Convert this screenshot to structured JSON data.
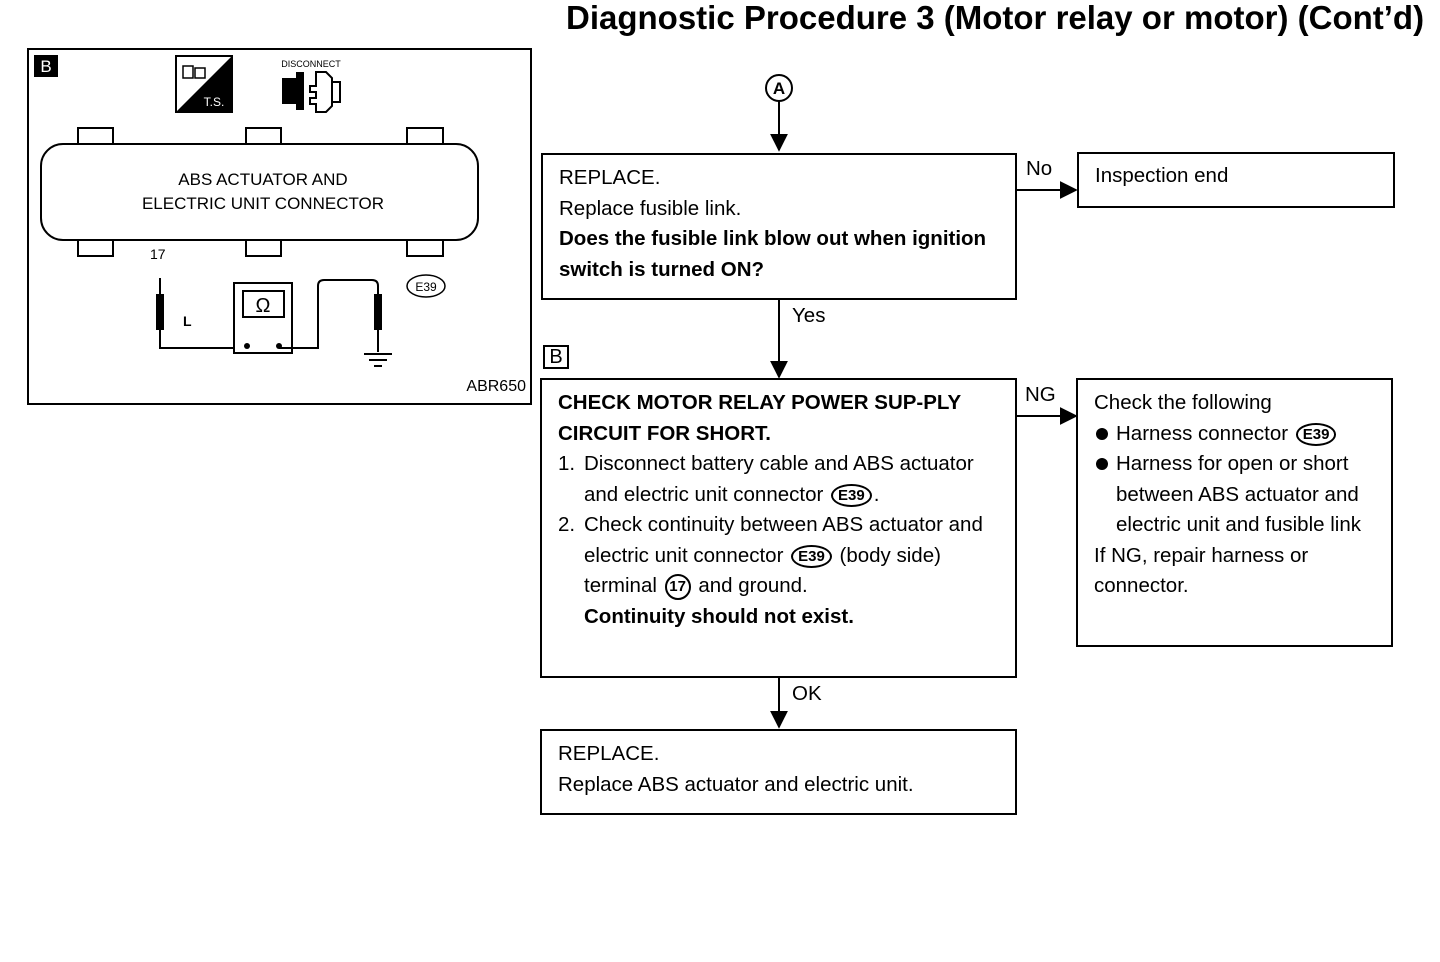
{
  "title": "Diagnostic Procedure 3 (Motor relay or motor) (Cont’d)",
  "connector_a": "A",
  "figure": {
    "step_marker": "B",
    "ts_label": "T.S.",
    "disconnect_label": "DISCONNECT",
    "connector_label_line1": "ABS ACTUATOR AND",
    "connector_label_line2": "ELECTRIC UNIT CONNECTOR",
    "terminal": "17",
    "wire_color": "L",
    "connector_code": "E39",
    "ohm_symbol": "Ω",
    "figure_id": "ABR650",
    "icons": [
      "ts-icon",
      "disconnect-icon",
      "ohmmeter-icon",
      "ground-icon"
    ]
  },
  "boxes": {
    "replace_fusible": {
      "line1": "REPLACE.",
      "line2": "Replace fusible link.",
      "question": "Does the fusible link blow out when ignition switch is turned ON?"
    },
    "inspection_end": "Inspection end",
    "check_motor_relay": {
      "step_marker": "B",
      "heading": "CHECK MOTOR RELAY POWER SUP-PLY CIRCUIT FOR SHORT.",
      "step1_num": "1.",
      "step1_text": "Disconnect battery cable and ABS actuator and electric unit connector",
      "step1_conn": "E39",
      "step1_end": ".",
      "step2_num": "2.",
      "step2_text_a": "Check continuity between ABS actuator and electric unit connector",
      "step2_conn": "E39",
      "step2_text_b": "(body side) terminal",
      "step2_term": "17",
      "step2_text_c": "and ground.",
      "step2_result": "Continuity should not exist."
    },
    "check_following": {
      "intro": "Check the following",
      "item1": "Harness connector",
      "item1_conn": "E39",
      "item2": "Harness for open or short between ABS actuator and electric unit and fusible link",
      "footer": "If NG, repair harness or connector."
    },
    "replace_actuator": {
      "line1": "REPLACE.",
      "line2": "Replace ABS actuator and electric unit."
    }
  },
  "edges": {
    "no": "No",
    "yes": "Yes",
    "ng": "NG",
    "ok": "OK"
  }
}
